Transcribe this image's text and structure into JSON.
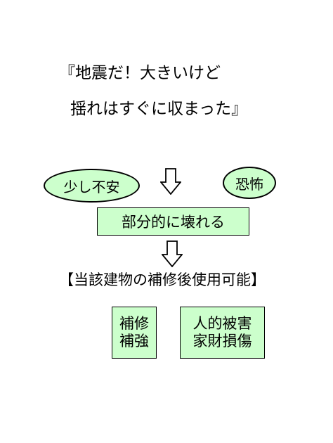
{
  "quote": {
    "line1": "『地震だ！大きいけど",
    "line2": "揺れはすぐに収まった』"
  },
  "reactions": {
    "anxiety": "少し不安",
    "fear": "恐怖"
  },
  "damage": "部分的に壊れる",
  "status": "【当該建物の補修後使用可能】",
  "outcomes": {
    "repair": [
      "補修",
      "補強"
    ],
    "loss": [
      "人的被害",
      "家財損傷"
    ]
  },
  "colors": {
    "box_fill": "#ccffcc",
    "stroke": "#000000"
  },
  "icons": [
    "down-arrow-icon",
    "down-arrow-icon"
  ]
}
